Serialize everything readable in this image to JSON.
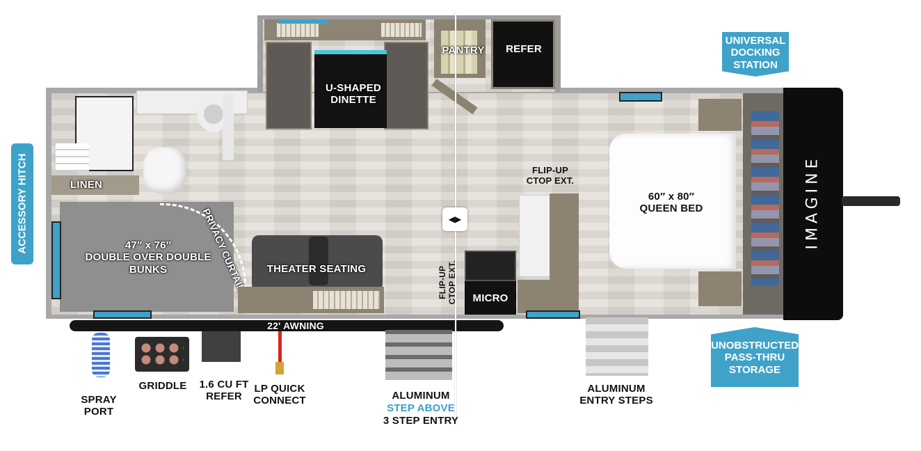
{
  "labels": {
    "dinette": "U-SHAPED\nDINETTE",
    "pantry": "PANTRY",
    "refer": "REFER",
    "universal_docking": "UNIVERSAL\nDOCKING\nSTATION",
    "linen": "LINEN",
    "flip_up_ctop_ext": "FLIP-UP\nCTOP EXT.",
    "queen_bed": "60″ x 80″\nQUEEN BED",
    "accessory_hitch": "ACCESSORY HITCH",
    "privacy_curtains": "PRIVACY CURTAINS",
    "bunks": "47″ x 76″\nDOUBLE OVER DOUBLE\nBUNKS",
    "theater_seating": "THEATER SEATING",
    "flip_up_ctop_ext_vertical": "FLIP-UP\nCTOP EXT.",
    "micro": "MICRO",
    "awning": "22' AWNING",
    "unobstructed_storage": "UNOBSTRUCTED\nPASS-THRU\nSTORAGE",
    "spray_port": "SPRAY\nPORT",
    "griddle": "GRIDDLE",
    "outdoor_refer": "1.6 CU FT\nREFER",
    "lp_quick_connect": "LP QUICK\nCONNECT",
    "aluminum_step_line1": "ALUMINUM",
    "aluminum_step_line2": "STEP ABOVE",
    "aluminum_step_line3": "3 STEP ENTRY",
    "aluminum_entry_steps": "ALUMINUM\nENTRY STEPS",
    "brand": "IMAGINE",
    "compare_handle": "◀▶"
  },
  "colors": {
    "accent_blue": "#3fa2c9",
    "wall": "#a9a9a9",
    "cabinet": "#8e8576",
    "dark_fixture": "#1a1a1a"
  }
}
